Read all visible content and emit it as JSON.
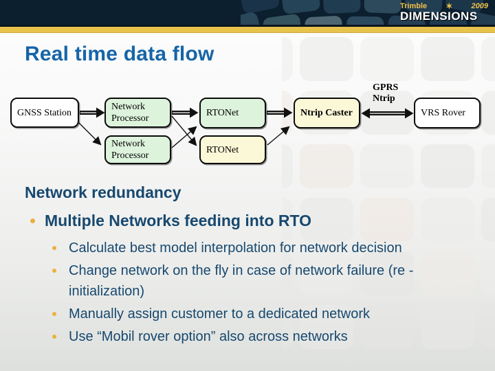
{
  "logo": {
    "brand": "Trimble",
    "star": "✶",
    "year": "2009",
    "product": "DIMENSIONS"
  },
  "title": "Real time data flow",
  "diagram": {
    "nodes": {
      "gnss": "GNSS Station",
      "np1": "Network Processor",
      "np2": "Network Processor",
      "rto1": "RTONet",
      "rto2": "RTONet",
      "caster": "Ntrip Caster",
      "rover": "VRS Rover"
    },
    "link_label_line1": "GPRS",
    "link_label_line2": "Ntrip"
  },
  "body": {
    "heading": "Network redundancy",
    "bullet": "Multiple Networks feeding into RTO",
    "sub": [
      "Calculate best model interpolation for network decision",
      "Change network on the fly in case of network failure (re -initialization)",
      "Manually assign customer to a dedicated network",
      "Use “Mobil rover option” also across networks"
    ]
  },
  "colors": {
    "title_blue": "#1665a8",
    "body_navy": "#17486f",
    "bullet_gold": "#e9b13e",
    "header_navy": "#0c1f2e",
    "stripe_gold": "#e7c34c",
    "node_green": "#ddf3dc",
    "node_yellow": "#fbf8d8",
    "node_white": "#ffffff"
  }
}
